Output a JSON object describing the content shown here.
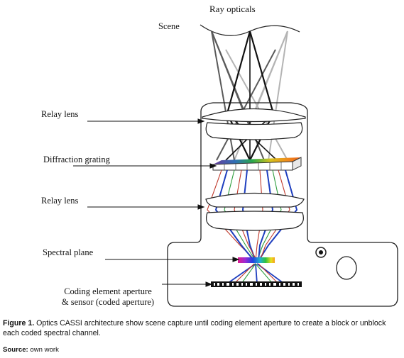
{
  "title": "Ray opticals",
  "labels": {
    "scene": "Scene",
    "relay_lens_top": "Relay lens",
    "diffraction_grating": "Diffraction grating",
    "relay_lens_bottom": "Relay lens",
    "spectral_plane": "Spectral plane",
    "coding_element_line1": "Coding element aperture",
    "coding_element_line2": "& sensor (coded aperture)"
  },
  "caption": {
    "figure_label": "Figure 1.",
    "text": "Optics CASSI architecture show scene capture until coding element aperture to create a block or unblock each coded spectral channel."
  },
  "source": {
    "label": "Source:",
    "text": "own work"
  },
  "colors": {
    "ray_dark": "#5a5a5a",
    "ray_black": "#111111",
    "ray_light": "#b4b4b4",
    "ray_red": "#c0392b",
    "ray_green": "#2e9e3e",
    "ray_blue": "#1f3fbf"
  }
}
